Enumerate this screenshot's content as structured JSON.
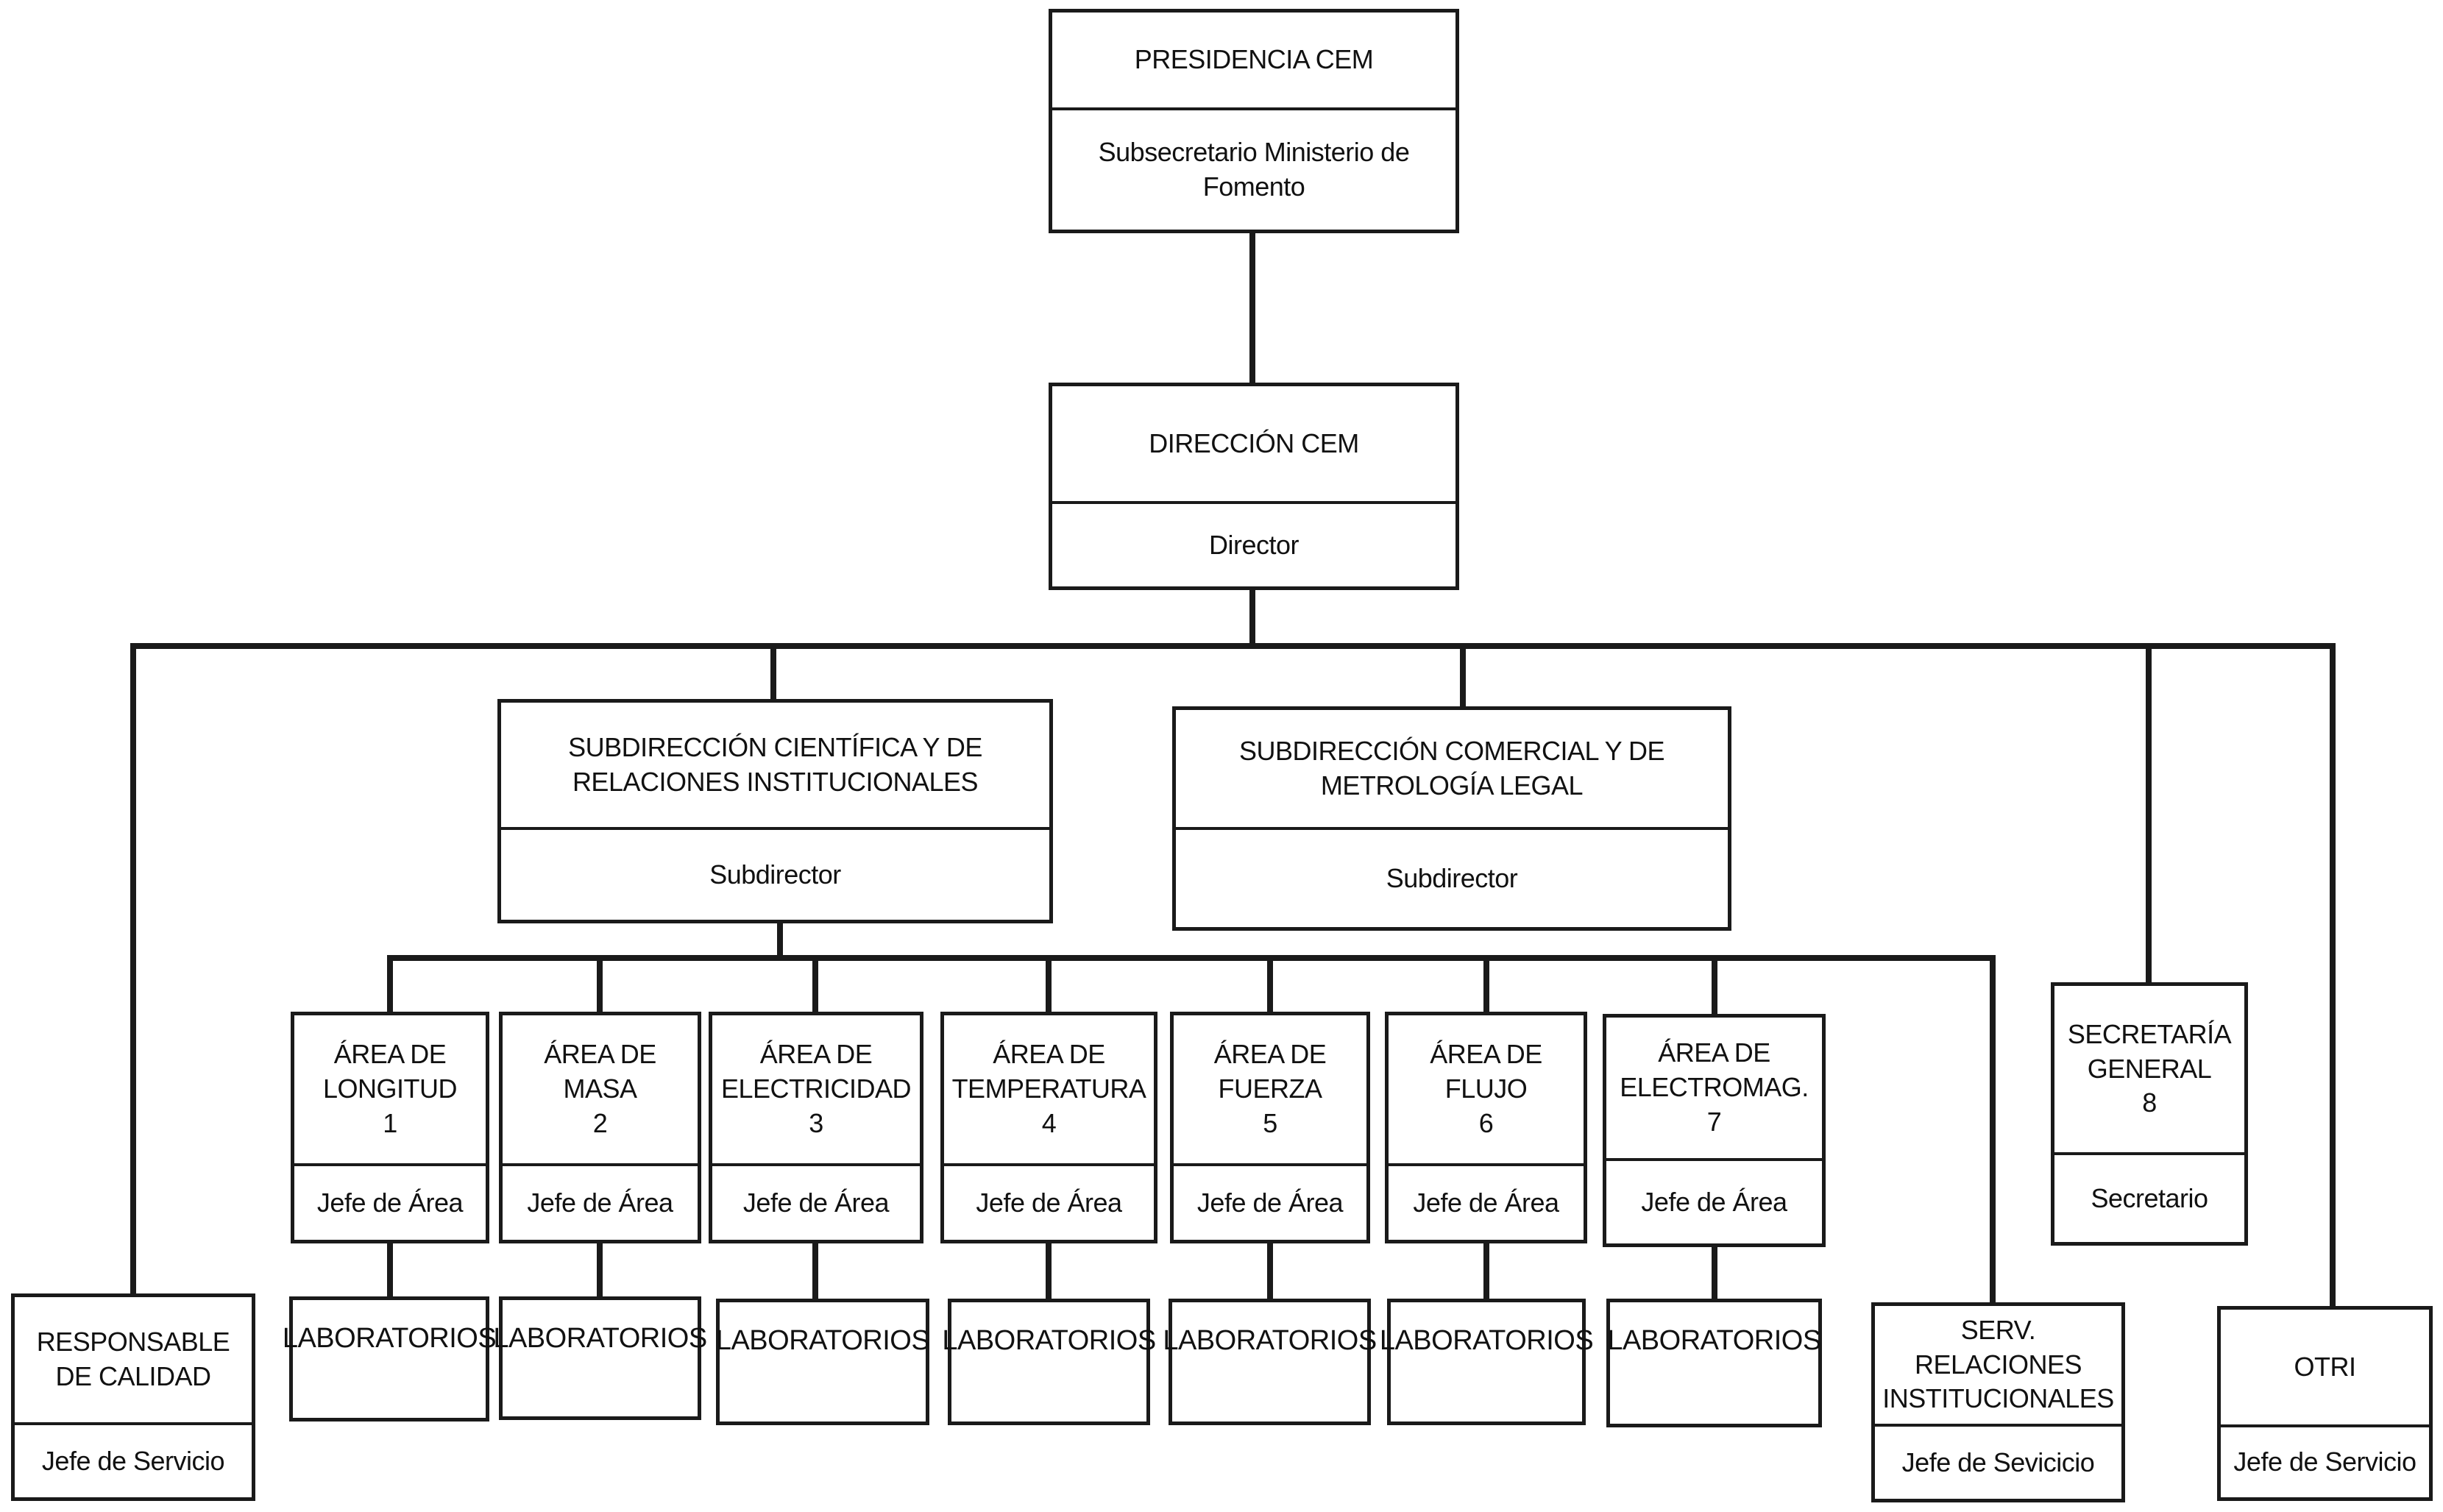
{
  "nodes": {
    "presidencia": {
      "title": "PRESIDENCIA CEM",
      "role": "Subsecretario Ministerio de\nFomento"
    },
    "direccion": {
      "title": "DIRECCIÓN CEM",
      "role": "Director"
    },
    "sub_cientifica": {
      "title": "SUBDIRECCIÓN CIENTÍFICA Y DE\nRELACIONES INSTITUCIONALES",
      "role": "Subdirector"
    },
    "sub_comercial": {
      "title": "SUBDIRECCIÓN COMERCIAL Y DE\nMETROLOGÍA LEGAL",
      "role": "Subdirector"
    },
    "area_longitud": {
      "title": "ÁREA DE\nLONGITUD\n1",
      "role": "Jefe de Área"
    },
    "area_masa": {
      "title": "ÁREA DE\nMASA\n2",
      "role": "Jefe de Área"
    },
    "area_electricidad": {
      "title": "ÁREA DE\nELECTRICIDAD\n3",
      "role": "Jefe de Área"
    },
    "area_temperatura": {
      "title": "ÁREA DE\nTEMPERATURA\n4",
      "role": "Jefe de Área"
    },
    "area_fuerza": {
      "title": "ÁREA DE\nFUERZA\n5",
      "role": "Jefe de Área"
    },
    "area_flujo": {
      "title": "ÁREA DE\nFLUJO\n6",
      "role": "Jefe de Área"
    },
    "area_electromag": {
      "title": "ÁREA DE\nELECTROMAG.\n7",
      "role": "Jefe de Área"
    },
    "secretaria": {
      "title": "SECRETARÍA\nGENERAL\n8",
      "role": "Secretario"
    },
    "calidad": {
      "title": "RESPONSABLE\nDE CALIDAD",
      "role": "Jefe de Servicio"
    },
    "serv_relaciones": {
      "title": "SERV. RELACIONES\nINSTITUCIONALES",
      "role": "Jefe de Sevicicio"
    },
    "otri": {
      "title": "OTRI",
      "role": "Jefe de Servicio"
    }
  },
  "laboratorios_label": "LABORATORIOS"
}
